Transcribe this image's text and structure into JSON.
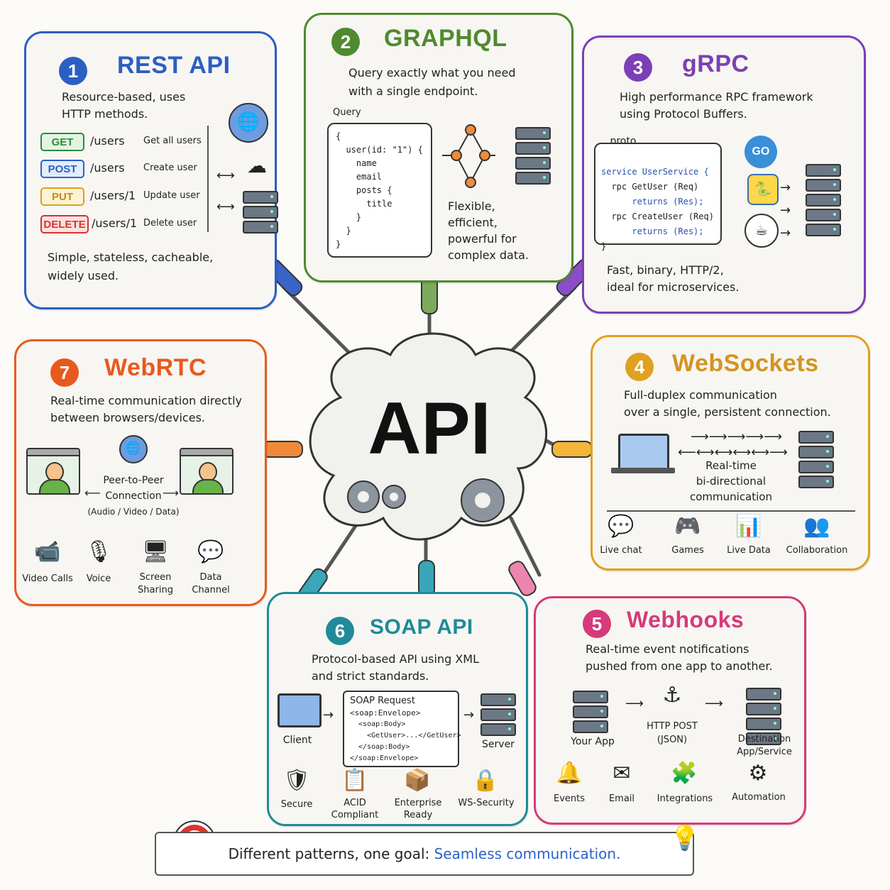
{
  "center": {
    "label": "API"
  },
  "rest": {
    "number": "1",
    "title": "REST API",
    "desc": [
      "Resource-based, uses",
      "HTTP methods."
    ],
    "methods": [
      {
        "verb": "GET",
        "path": "/users",
        "action": "Get all users",
        "color": "#2e8b3a"
      },
      {
        "verb": "POST",
        "path": "/users",
        "action": "Create user",
        "color": "#2a62c9"
      },
      {
        "verb": "PUT",
        "path": "/users/1",
        "action": "Update user",
        "color": "#e0a010"
      },
      {
        "verb": "DELETE",
        "path": "/users/1",
        "action": "Delete user",
        "color": "#d7322e"
      }
    ],
    "summary": [
      "Simple, stateless, cacheable,",
      "widely used."
    ],
    "color": "#2a5fc4"
  },
  "graphql": {
    "number": "2",
    "title": "GRAPHQL",
    "desc": [
      "Query exactly what you need",
      "with a single endpoint."
    ],
    "query_label": "Query",
    "code": "{\n  user(id: \"1\") {\n    name\n    email\n    posts {\n      title\n    }\n  }\n}",
    "summary": [
      "Flexible,",
      "efficient,",
      "powerful for",
      "complex data."
    ],
    "color": "#4f8a2e"
  },
  "grpc": {
    "number": "3",
    "title": "gRPC",
    "desc": [
      "High performance RPC framework",
      "using Protocol Buffers."
    ],
    "proto_label": ".proto",
    "code_lines": [
      "service UserService {",
      "  rpc GetUser (Req)",
      "      returns (Res);",
      "  rpc CreateUser (Req)",
      "      returns (Res);",
      "}"
    ],
    "lang_icons": [
      "GO",
      "Python",
      "Java"
    ],
    "summary": [
      "Fast, binary, HTTP/2,",
      "ideal for microservices."
    ],
    "color": "#7b3fb6"
  },
  "websockets": {
    "number": "4",
    "title": "WebSockets",
    "desc": [
      "Full-duplex communication",
      "over a single, persistent connection."
    ],
    "arrow_text": [
      "Real-time",
      "bi-directional",
      "communication"
    ],
    "uses": [
      {
        "icon": "chat-icon",
        "glyph": "💬",
        "label": "Live chat"
      },
      {
        "icon": "gamepad-icon",
        "glyph": "🎮",
        "label": "Games"
      },
      {
        "icon": "bar-chart-icon",
        "glyph": "📊",
        "label": "Live Data"
      },
      {
        "icon": "people-icon",
        "glyph": "👥",
        "label": "Collaboration"
      }
    ],
    "color": "#e0a020"
  },
  "webhooks": {
    "number": "5",
    "title": "Webhooks",
    "desc": [
      "Real-time event notifications",
      "pushed from one app to another."
    ],
    "source": "Your App",
    "post": [
      "HTTP POST",
      "(JSON)"
    ],
    "dest": [
      "Destination",
      "App/Service"
    ],
    "uses": [
      {
        "icon": "bell-icon",
        "glyph": "🔔",
        "label": "Events"
      },
      {
        "icon": "email-icon",
        "glyph": "✉",
        "label": "Email"
      },
      {
        "icon": "integrations-icon",
        "glyph": "🧩",
        "label": "Integrations"
      },
      {
        "icon": "gear-icon",
        "glyph": "⚙",
        "label": "Automation"
      }
    ],
    "color": "#d63a7a"
  },
  "soap": {
    "number": "6",
    "title": "SOAP API",
    "desc": [
      "Protocol-based API using XML",
      "and strict standards."
    ],
    "client": "Client",
    "server": "Server",
    "request_title": "SOAP Request",
    "request_lines": [
      "<soap:Envelope>",
      "  <soap:Body>",
      "    <GetUser>...</GetUser>",
      "  </soap:Body>",
      "</soap:Envelope>"
    ],
    "features": [
      {
        "icon": "shield-icon",
        "glyph": "🛡",
        "label": [
          "Secure"
        ]
      },
      {
        "icon": "checklist-icon",
        "glyph": "📋",
        "label": [
          "ACID",
          "Compliant"
        ]
      },
      {
        "icon": "cubes-icon",
        "glyph": "📦",
        "label": [
          "Enterprise",
          "Ready"
        ]
      },
      {
        "icon": "lock-icon",
        "glyph": "🔒",
        "label": [
          "WS-Security"
        ]
      }
    ],
    "color": "#1f8a9a"
  },
  "webrtc": {
    "number": "7",
    "title": "WebRTC",
    "desc": [
      "Real-time communication directly",
      "between browsers/devices."
    ],
    "p2p": [
      "Peer-to-Peer",
      "Connection",
      "(Audio / Video / Data)"
    ],
    "uses": [
      {
        "icon": "video-camera-icon",
        "glyph": "📹",
        "label": [
          "Video Calls"
        ]
      },
      {
        "icon": "microphone-icon",
        "glyph": "🎙",
        "label": [
          "Voice"
        ]
      },
      {
        "icon": "monitor-icon",
        "glyph": "🖥",
        "label": [
          "Screen",
          "Sharing"
        ]
      },
      {
        "icon": "chat-icon",
        "glyph": "💬",
        "label": [
          "Data",
          "Channel"
        ]
      }
    ],
    "color": "#e8591e"
  },
  "footer": {
    "text": "Different patterns, one goal: ",
    "highlight": "Seamless communication.",
    "highlight_color": "#2a62c9"
  }
}
